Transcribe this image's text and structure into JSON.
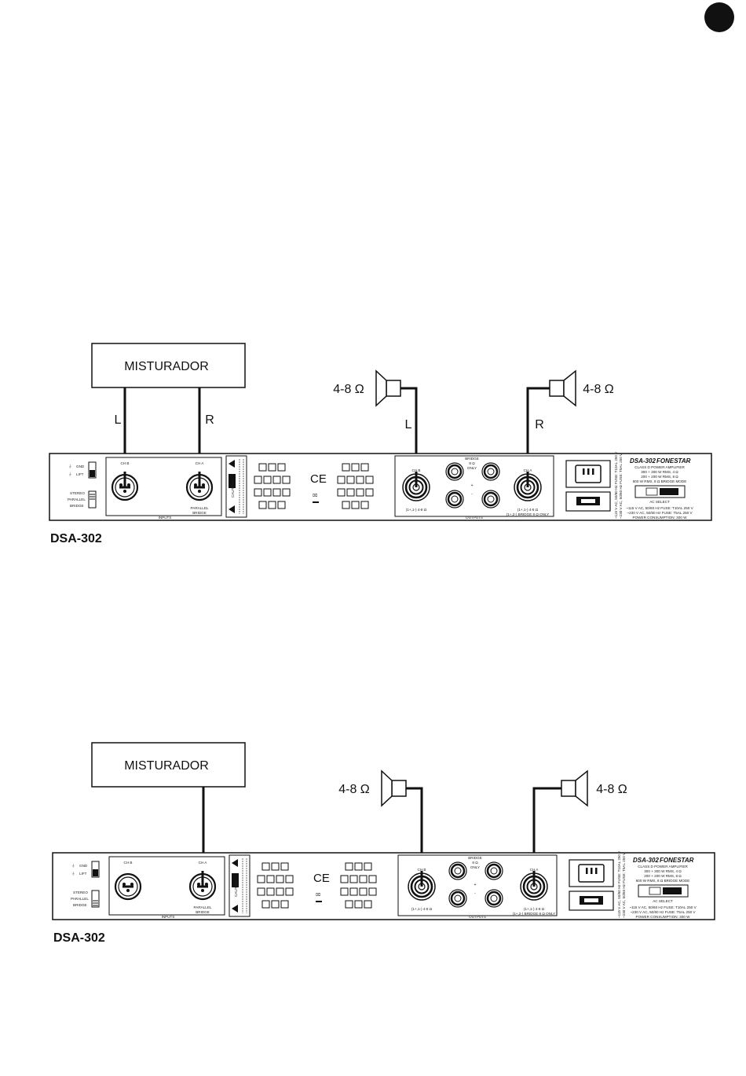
{
  "page": {
    "corner_marker": "filled-circle"
  },
  "diagrams": [
    {
      "id": "stereo",
      "mixer_label": "MISTURADOR",
      "model_label": "DSA-302",
      "wire_labels": {
        "mixer_left": "L",
        "mixer_right": "R",
        "speaker_left": "L",
        "speaker_right": "R"
      },
      "speaker_left_label": "4-8 Ω",
      "speaker_right_label": "4-8 Ω"
    },
    {
      "id": "bridge",
      "mixer_label": "MISTURADOR",
      "model_label": "DSA-302",
      "speaker_left_label": "4-8 Ω",
      "speaker_right_label": "4-8 Ω"
    }
  ],
  "panel": {
    "gnd_label": "GND",
    "lift_label": "LIFT",
    "stereo_label": "STEREO",
    "parallel_label": "PARALLEL",
    "bridge_label": "BRIDGE",
    "ch_b_label": "CH B",
    "ch_a_label": "CH A",
    "inputs_label": "INPUTS",
    "parallel_bridge_label_1": "PARALLEL",
    "parallel_bridge_label_2": "BRIDGE",
    "caution_label": "CAUTION",
    "outputs_label": "OUTPUTS",
    "bridge_only_1": "BRIDGE",
    "bridge_only_2": "8 Ω",
    "bridge_only_3": "ONLY",
    "plus": "+",
    "minus": "-",
    "out_b_note": "(1+,1-) 4-8 Ω",
    "out_a_note_1": "(1+,1-) 4-8 Ω",
    "out_a_note_2": "(1+,2-) BRIDGE 8 Ω ONLY",
    "ce_mark": "CE",
    "model": "DSA-302",
    "brand": "FONESTAR",
    "spec_1": "CLASS D POWER AMPLIFIER",
    "spec_2": "300 + 300 W RMS, 4 Ω",
    "spec_3": "200 + 200 W RMS, 8 Ω",
    "spec_4": "600 W RMS, 8 Ω BRIDGE MODE",
    "ac_select": "AC SELECT",
    "power_1": "~115 V AC, 50/60 Hz FUSE: T10AL 250 V",
    "power_2": "~230 V AC, 50/60 Hz FUSE: T5AL 250 V",
    "power_3": "POWER CONSUMPTION: 300 W"
  }
}
